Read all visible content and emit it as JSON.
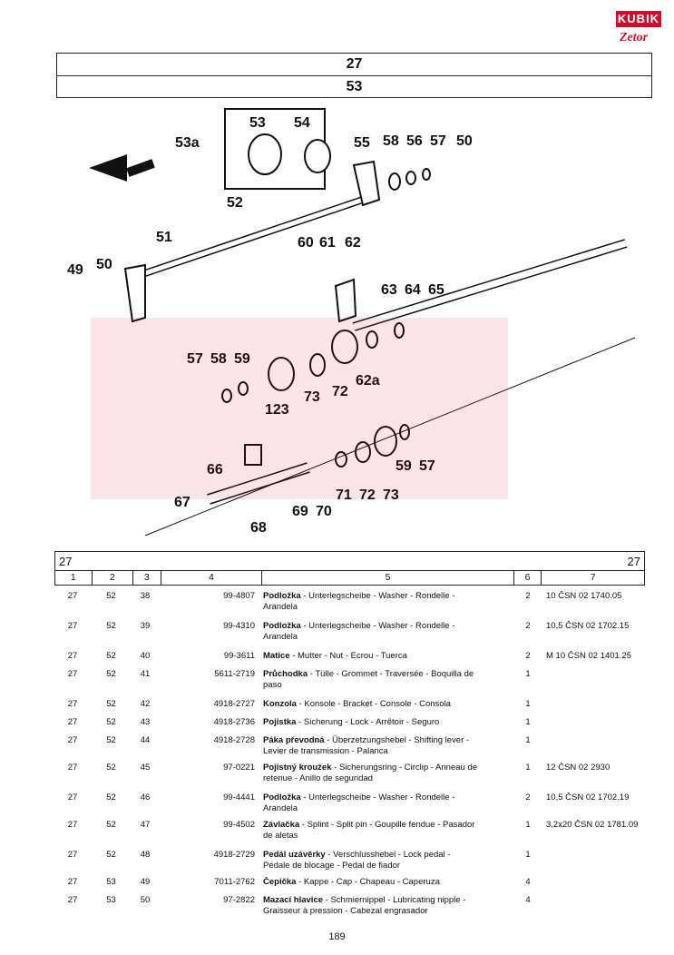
{
  "logo": {
    "brand": "KUBIK",
    "sub": "Zetor"
  },
  "header": {
    "group": "27",
    "subgroup": "53"
  },
  "diagram": {
    "callouts": [
      "53a",
      "53",
      "54",
      "55",
      "58",
      "56",
      "57",
      "50",
      "52",
      "51",
      "60",
      "61",
      "62",
      "49",
      "50",
      "63",
      "64",
      "65",
      "57",
      "58",
      "59",
      "62a",
      "123",
      "73",
      "72",
      "66",
      "59",
      "57",
      "67",
      "71",
      "72",
      "73",
      "69",
      "70",
      "68"
    ]
  },
  "table": {
    "title_left": "27",
    "title_right": "27",
    "columns": [
      "1",
      "2",
      "3",
      "4",
      "5",
      "6",
      "7"
    ],
    "rows": [
      {
        "c1": "27",
        "c2": "52",
        "c3": "38",
        "c4": "99-4807",
        "name": "Podložka",
        "rest": " - Unterlegscheibe - Washer - Rondelle -",
        "line2": "Arandela",
        "qty": "2",
        "note": "10 ČSN 02 1740.05"
      },
      {
        "c1": "27",
        "c2": "52",
        "c3": "39",
        "c4": "99-4310",
        "name": "Podložka",
        "rest": " - Unterlegscheibe - Washer - Rondelle -",
        "line2": "Arandela",
        "qty": "2",
        "note": "10,5 ČSN 02 1702.15"
      },
      {
        "c1": "27",
        "c2": "52",
        "c3": "40",
        "c4": "99-3611",
        "name": "Matice",
        "rest": " - Mutter - Nut - Ecrou - Tuerca",
        "line2": "",
        "qty": "2",
        "note": "M 10 ČSN 02 1401.25"
      },
      {
        "c1": "27",
        "c2": "52",
        "c3": "41",
        "c4": "5611-2719",
        "name": "Průchodka",
        "rest": " - Tülle - Grommet - Traversée - Boquilla de",
        "line2": "paso",
        "qty": "1",
        "note": ""
      },
      {
        "c1": "27",
        "c2": "52",
        "c3": "42",
        "c4": "4918-2727",
        "name": "Konzola",
        "rest": " - Konsole - Bracket - Console - Consola",
        "line2": "",
        "qty": "1",
        "note": ""
      },
      {
        "c1": "27",
        "c2": "52",
        "c3": "43",
        "c4": "4918-2736",
        "name": "Pojistka",
        "rest": " - Sicherung - Lock - Arrêtoir - Seguro",
        "line2": "",
        "qty": "1",
        "note": ""
      },
      {
        "c1": "27",
        "c2": "52",
        "c3": "44",
        "c4": "4918-2728",
        "name": "Páka převodná",
        "rest": " - Überzetzungshebel - Shifting lever -",
        "line2": "Levier de transmission - Palanca",
        "qty": "1",
        "note": ""
      },
      {
        "c1": "27",
        "c2": "52",
        "c3": "45",
        "c4": "97-0221",
        "name": "Pojistný kroužek",
        "rest": " - Sicherungsring - Circlip - Anneau de",
        "line2": "retenue - Anillo de seguridad",
        "qty": "1",
        "note": "12 ČSN 02 2930"
      },
      {
        "c1": "27",
        "c2": "52",
        "c3": "46",
        "c4": "99-4441",
        "name": "Podložka",
        "rest": " - Unterlegscheibe - Washer - Rondelle -",
        "line2": "Arandela",
        "qty": "2",
        "note": "10,5 ČSN 02 1702.19"
      },
      {
        "c1": "27",
        "c2": "52",
        "c3": "47",
        "c4": "99-4502",
        "name": "Závlačka",
        "rest": " - Splint - Split pin - Goupille fendue - Pasador",
        "line2": "de aletas",
        "qty": "1",
        "note": "3,2x20 ČSN 02 1781.09"
      },
      {
        "c1": "27",
        "c2": "52",
        "c3": "48",
        "c4": "4918-2729",
        "name": "Pedál uzávěrky",
        "rest": " - Verschlusshebel - Lock pedal -",
        "line2": "Pédale de blocage - Pedal de fiador",
        "qty": "1",
        "note": ""
      },
      {
        "c1": "27",
        "c2": "53",
        "c3": "49",
        "c4": "7011-2762",
        "name": "Čepička",
        "rest": " - Kappe - Cap - Chapeau - Caperuza",
        "line2": "",
        "qty": "4",
        "note": ""
      },
      {
        "c1": "27",
        "c2": "53",
        "c3": "50",
        "c4": "97-2822",
        "name": "Mazací hlavice",
        "rest": " - Schmiernippel - Lubricating nipple -",
        "line2": "Graisseur à pression - Cabezal engrasador",
        "qty": "4",
        "note": ""
      }
    ]
  },
  "page_number": "189"
}
